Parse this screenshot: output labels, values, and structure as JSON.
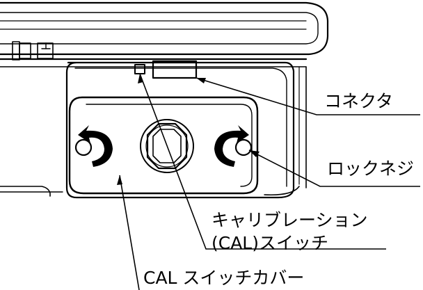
{
  "callouts": {
    "connector": "コネクタ",
    "lock_screw": "ロックネジ",
    "cal_switch_line1": "キャリブレーション",
    "cal_switch_line2": "(CAL)スイッチ",
    "cal_switch_cover": "CAL スイッチカバー"
  },
  "colors": {
    "line": "#000000",
    "background": "#ffffff"
  },
  "icons": [
    "rotation-arrow-left-icon",
    "rotation-arrow-right-icon"
  ]
}
